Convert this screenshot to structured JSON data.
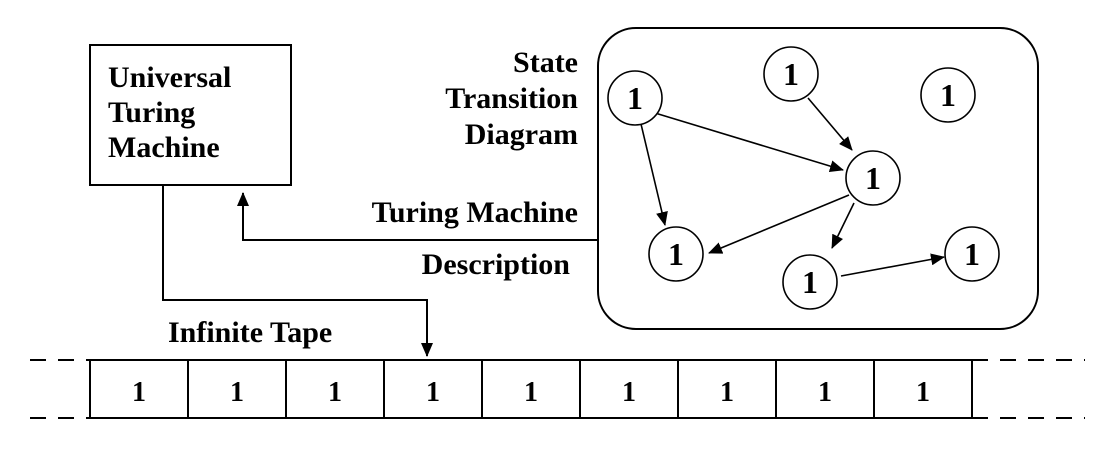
{
  "utm": {
    "line1": "Universal",
    "line2": "Turing",
    "line3": "Machine"
  },
  "std_label": {
    "line1": "State",
    "line2": "Transition",
    "line3": "Diagram"
  },
  "tm_description": {
    "line1": "Turing Machine",
    "line2": "Description"
  },
  "tape": {
    "label": "Infinite Tape",
    "cells": [
      "1",
      "1",
      "1",
      "1",
      "1",
      "1",
      "1",
      "1",
      "1"
    ]
  },
  "state_nodes": [
    {
      "label": "1"
    },
    {
      "label": "1"
    },
    {
      "label": "1"
    },
    {
      "label": "1"
    },
    {
      "label": "1"
    },
    {
      "label": "1"
    },
    {
      "label": "1"
    }
  ]
}
